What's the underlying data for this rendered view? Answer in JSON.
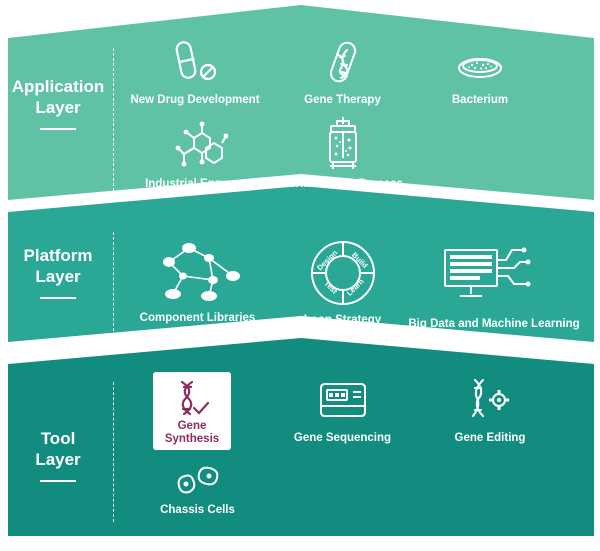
{
  "layers": [
    {
      "id": "application",
      "title_line1": "Application",
      "title_line2": "Layer",
      "color": "#5fc2a5",
      "items": [
        {
          "label": "New Drug Development",
          "icon": "pill-icon"
        },
        {
          "label": "Gene Therapy",
          "icon": "dna-vial-icon"
        },
        {
          "label": "Bacterium",
          "icon": "petri-dish-icon"
        },
        {
          "label": "Industrial Enzymes",
          "icon": "molecule-icon"
        },
        {
          "label": "Fermentation Process",
          "icon": "bioreactor-icon"
        }
      ]
    },
    {
      "id": "platform",
      "title_line1": "Platform",
      "title_line2": "Layer",
      "color": "#2aa895",
      "items": [
        {
          "label": "Component Libraries",
          "icon": "network-nodes-icon"
        },
        {
          "label": "Loop Strategy",
          "icon": "dbtl-cycle-icon",
          "cycle_labels": [
            "Design",
            "Build",
            "Learn",
            "Test"
          ]
        },
        {
          "label": "Big Data and Machine Learning",
          "icon": "monitor-circuit-icon"
        }
      ]
    },
    {
      "id": "tool",
      "title_line1": "Tool",
      "title_line2": "Layer",
      "color": "#138c80",
      "items": [
        {
          "label": "Gene Synthesis",
          "label_line1": "Gene",
          "label_line2": "Synthesis",
          "icon": "dna-check-icon",
          "highlighted": true,
          "highlight_color": "#8b2d5e"
        },
        {
          "label": "Gene Sequencing",
          "icon": "sequencer-icon"
        },
        {
          "label": "Gene Editing",
          "icon": "dna-gear-icon"
        },
        {
          "label": "Chassis Cells",
          "icon": "cells-icon"
        }
      ]
    }
  ]
}
